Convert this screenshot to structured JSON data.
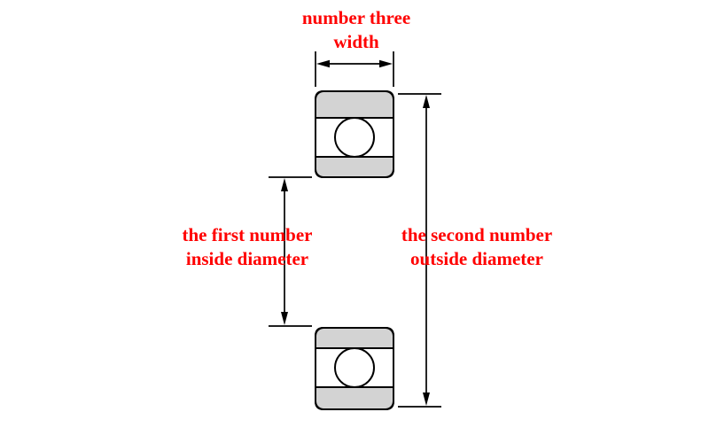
{
  "labels": {
    "width": {
      "line1": "number three",
      "line2": "width"
    },
    "inside_diameter": {
      "line1": "the first number",
      "line2": "inside diameter"
    },
    "outside_diameter": {
      "line1": "the second number",
      "line2": "outside diameter"
    }
  },
  "colors": {
    "label_text": "#ff0000",
    "ring_fill": "#d3d3d3",
    "line": "#000000",
    "background": "#ffffff"
  }
}
